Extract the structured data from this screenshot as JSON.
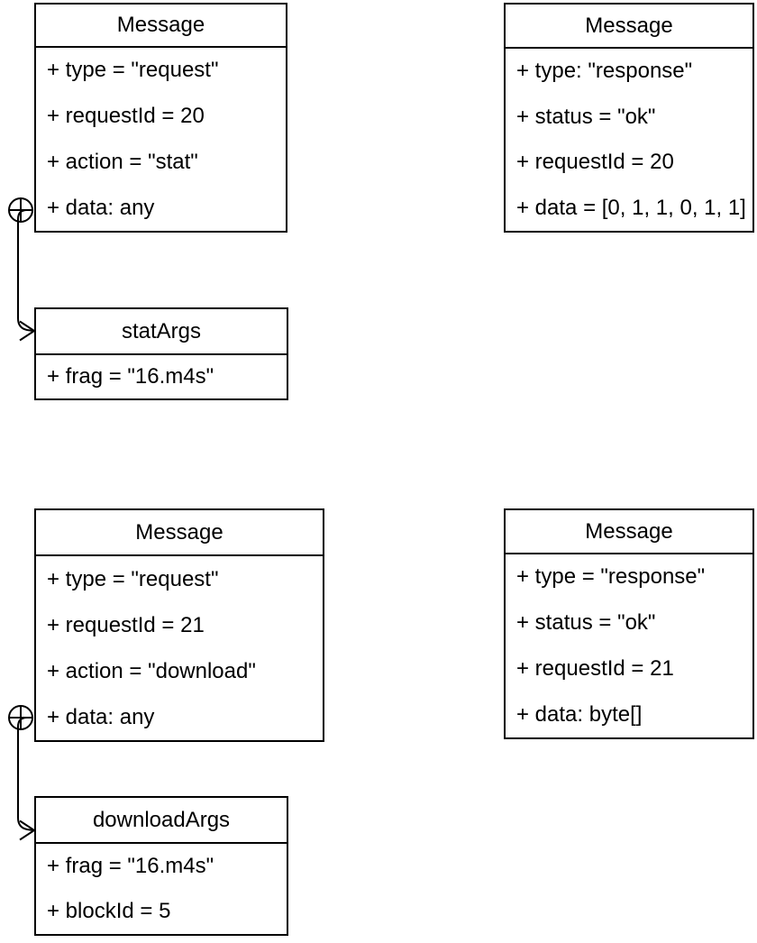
{
  "diagram": {
    "background_color": "#ffffff",
    "line_color": "#000000",
    "text_color": "#000000",
    "classes": [
      {
        "id": "message-stat-request",
        "title": "Message",
        "attributes": [
          "+ type = \"request\"",
          "+ requestId = 20",
          "+ action = \"stat\"",
          "+ data: any"
        ]
      },
      {
        "id": "message-stat-response",
        "title": "Message",
        "attributes": [
          "+ type: \"response\"",
          "+ status = \"ok\"",
          "+ requestId = 20",
          "+ data = [0, 1, 1, 0, 1, 1]"
        ]
      },
      {
        "id": "stat-args",
        "title": "statArgs",
        "attributes": [
          "+ frag = \"16.m4s\""
        ]
      },
      {
        "id": "message-download-request",
        "title": "Message",
        "attributes": [
          "+ type = \"request\"",
          "+ requestId = 21",
          "+ action = \"download\"",
          "+ data: any"
        ]
      },
      {
        "id": "message-download-response",
        "title": "Message",
        "attributes": [
          "+ type = \"response\"",
          "+ status = \"ok\"",
          "+ requestId = 21",
          "+ data: byte[]"
        ]
      },
      {
        "id": "download-args",
        "title": "downloadArgs",
        "attributes": [
          "+ frag = \"16.m4s\"",
          "+ blockId = 5"
        ]
      }
    ],
    "connectors": [
      {
        "from": "message-stat-request",
        "to": "stat-args",
        "source_marker": "circle-plus",
        "target_marker": "open-arrow"
      },
      {
        "from": "message-download-request",
        "to": "download-args",
        "source_marker": "circle-plus",
        "target_marker": "open-arrow"
      }
    ]
  }
}
